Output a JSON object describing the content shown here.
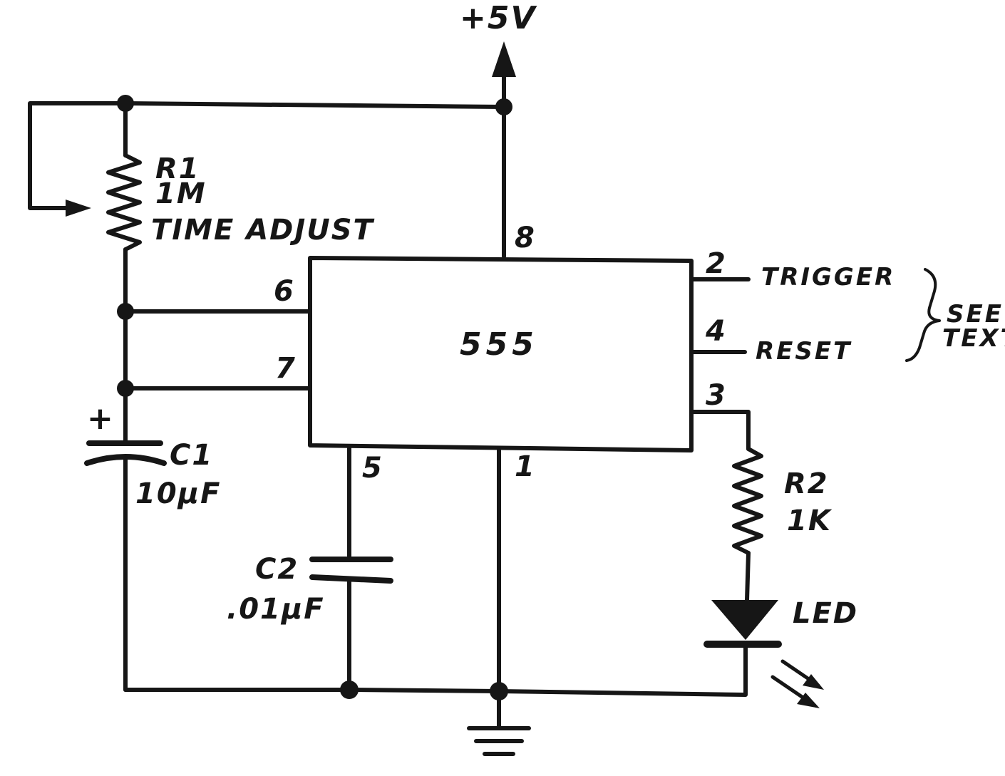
{
  "supply": {
    "label": "+5V"
  },
  "ic": {
    "name": "555",
    "pins": {
      "p8": "8",
      "p6": "6",
      "p7": "7",
      "p5": "5",
      "p1": "1",
      "p2": "2",
      "p4": "4",
      "p3": "3"
    }
  },
  "r1": {
    "ref": "R1",
    "value": "1M",
    "note": "TIME ADJUST"
  },
  "c1": {
    "polarity": "+",
    "ref": "C1",
    "value": "10µF"
  },
  "c2": {
    "ref": "C2",
    "value": ".01µF"
  },
  "r2": {
    "ref": "R2",
    "value": "1K"
  },
  "led": {
    "ref": "LED"
  },
  "signals": {
    "trigger": "TRIGGER",
    "reset": "RESET"
  },
  "note": {
    "line1": "SEE",
    "line2": "TEXT"
  }
}
